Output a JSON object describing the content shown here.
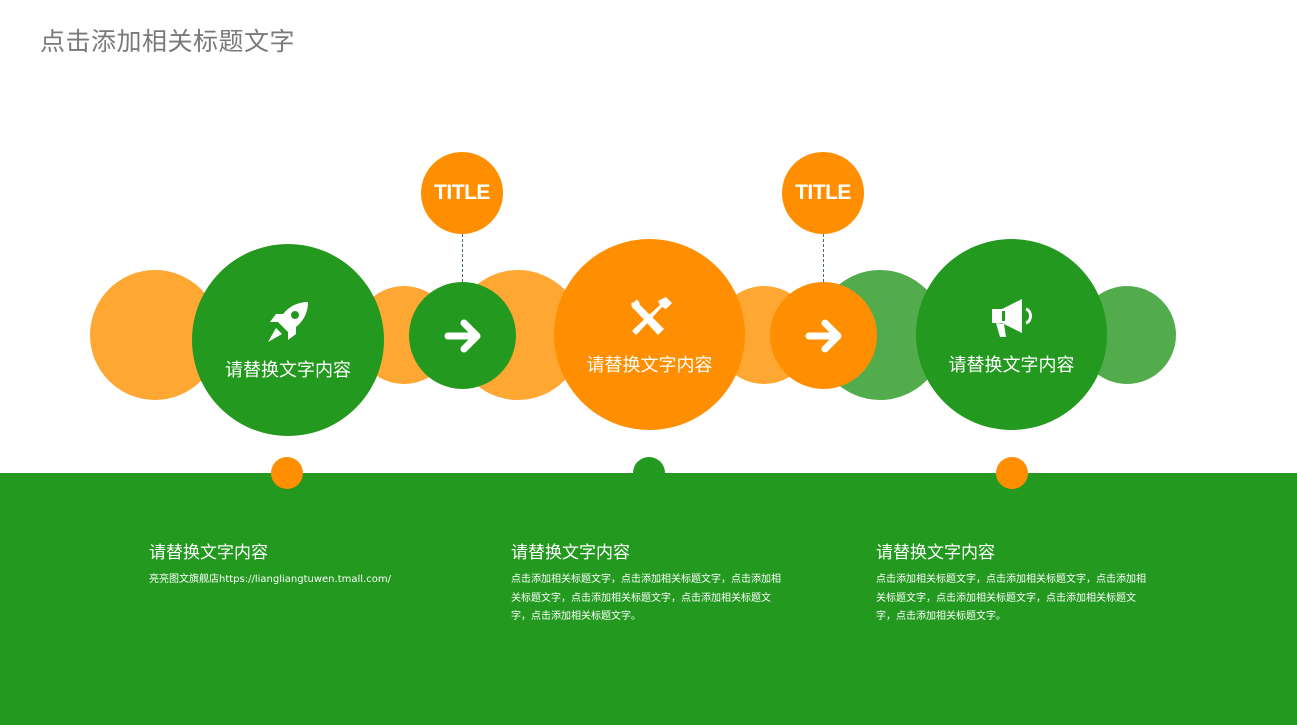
{
  "page": {
    "title": "点击添加相关标题文字"
  },
  "colors": {
    "orange": "#ff8f00",
    "orange_light": "#ffa733",
    "green": "#239a1f",
    "green_light": "#53ac4c",
    "white": "#ffffff"
  },
  "steps": [
    {
      "icon": "rocket-icon",
      "label": "请替换文字内容",
      "color": "#239a1f"
    },
    {
      "icon": "tools-icon",
      "label": "请替换文字内容",
      "color": "#ff8f00"
    },
    {
      "icon": "megaphone-icon",
      "label": "请替换文字内容",
      "color": "#239a1f"
    }
  ],
  "connectors": [
    {
      "title": "TITLE",
      "icon": "arrow-right-icon",
      "color": "#239a1f"
    },
    {
      "title": "TITLE",
      "icon": "arrow-right-icon",
      "color": "#ff8f00"
    }
  ],
  "details": [
    {
      "heading": "请替换文字内容",
      "body": "亮亮图文旗舰店https://liangliangtuwen.tmall.com/"
    },
    {
      "heading": "请替换文字内容",
      "body": "点击添加相关标题文字，点击添加相关标题文字，点击添加相关标题文字，点击添加相关标题文字，点击添加相关标题文字，点击添加相关标题文字。"
    },
    {
      "heading": "请替换文字内容",
      "body": "点击添加相关标题文字，点击添加相关标题文字，点击添加相关标题文字，点击添加相关标题文字，点击添加相关标题文字，点击添加相关标题文字。"
    }
  ]
}
